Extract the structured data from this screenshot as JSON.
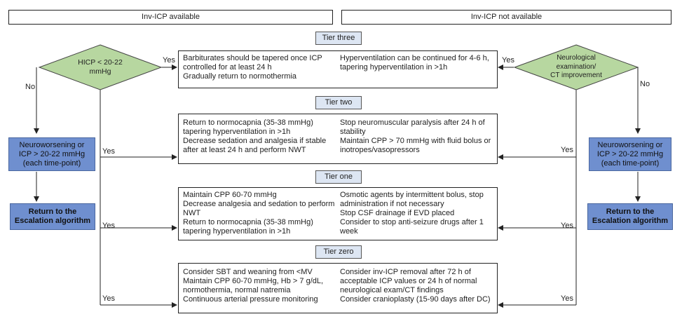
{
  "headers": {
    "left": "Inv-ICP available",
    "right": "Inv-ICP not available"
  },
  "tiers": {
    "three": "Tier three",
    "two": "Tier two",
    "one": "Tier one",
    "zero": "Tier zero"
  },
  "tier3_box": {
    "left": "Barbiturates should be tapered once ICP\ncontrolled for at least 24 h\nGradually return to normothermia",
    "right": "Hyperventilation can be continued for 4-6 h,\ntapering hyperventilation in >1h"
  },
  "tier2_box": {
    "left": "Return to normocapnia (35-38 mmHg)\ntapering hyperventilation in >1h\nDecrease sedation and analgesia if stable\nafter at least 24 h and perform NWT",
    "right": "Stop neuromuscular paralysis after 24 h of\nstability\nMaintain CPP > 70 mmHg with fluid bolus or\ninotropes/vasopressors"
  },
  "tier1_box": {
    "left": "Maintain CPP 60-70 mmHg\nDecrease analgesia and sedation to perform\nNWT\nReturn to normocapnia (35-38 mmHg)\ntapering hyperventilation in >1h",
    "right": "Osmotic agents by intermittent bolus, stop\nadministration if not necessary\nStop CSF drainage if EVD placed\nConsider to stop anti-seizure drugs after 1\nweek"
  },
  "tier0_box": {
    "left": "Consider SBT and weaning from <MV\nMaintain CPP 60-70 mmHg, Hb > 7 g/dL,\nnormothermia, normal natremia\nContinuous arterial pressure monitoring",
    "right": "Consider inv-ICP removal after 72 h of\nacceptable ICP values or 24 h of normal\nneurological exam/CT findings\nConsider cranioplasty (15-90 days after DC)"
  },
  "left_diamond": "HICP < 20-22\nmmHg",
  "right_diamond": "Neurological\nexamination/\nCT improvement",
  "left_worsening": "Neuroworsening or\nICP > 20-22 mmHg\n(each time-point)",
  "right_worsening": "Neuroworsening or\nICP > 20-22 mmHg\n(each time-point)",
  "left_return": "Return to the\nEscalation algorithm",
  "right_return": "Return to the\nEscalation algorithm",
  "labels": {
    "yes": "Yes",
    "no": "No"
  },
  "colors": {
    "diamond_fill": "#b7d7a0",
    "blue_box": "#6f8fcf",
    "tier_fill": "#dde6f3"
  }
}
